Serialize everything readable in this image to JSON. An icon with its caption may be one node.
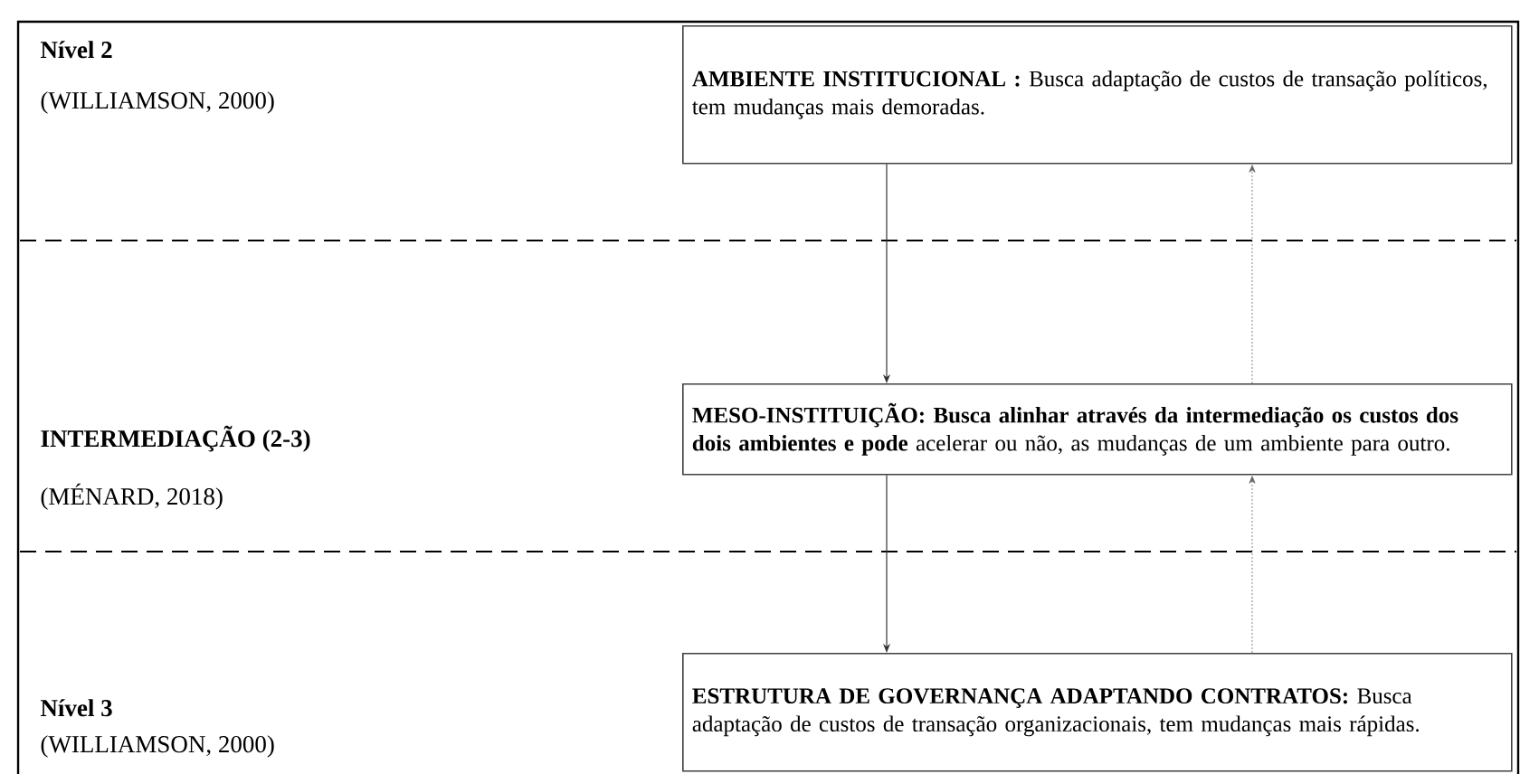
{
  "diagram": {
    "nodes": [
      {
        "text": [
          "**AMBIENTE INSTITUCIONAL :** Busca adaptação de custos de transação políticos, tem mudanças mais demoradas."
        ]
      },
      {
        "text": [
          "**MESO-INSTITUIÇÃO: Busca alinhar através da intermediação os custos dos dois ambientes e pode** acelerar ou não, as mudanças de um ambiente para outro."
        ]
      },
      {
        "text": [
          "**ESTRUTURA DE GOVERNANÇA ADAPTANDO CONTRATOS:** Busca adaptação de custos de transação organizacionais, tem mudanças mais rápidas."
        ]
      }
    ],
    "edges": [
      {
        "from": 0,
        "to": 1,
        "arrow": "to"
      },
      {
        "from": 1,
        "to": 0,
        "arrow": "to",
        "style": "dashed"
      },
      {
        "from": 1,
        "to": 2,
        "arrow": "to"
      },
      {
        "from": 2,
        "to": 1,
        "arrow": "to",
        "style": "dashed"
      }
    ],
    "labels": [
      "Nível 2",
      "(WILLIAMSON, 2000)",
      "INTERMEDIAÇÃO (2-3)",
      "(MÉNARD, 2018)",
      "Nível 3",
      "(WILLIAMSON, 2000)"
    ]
  }
}
